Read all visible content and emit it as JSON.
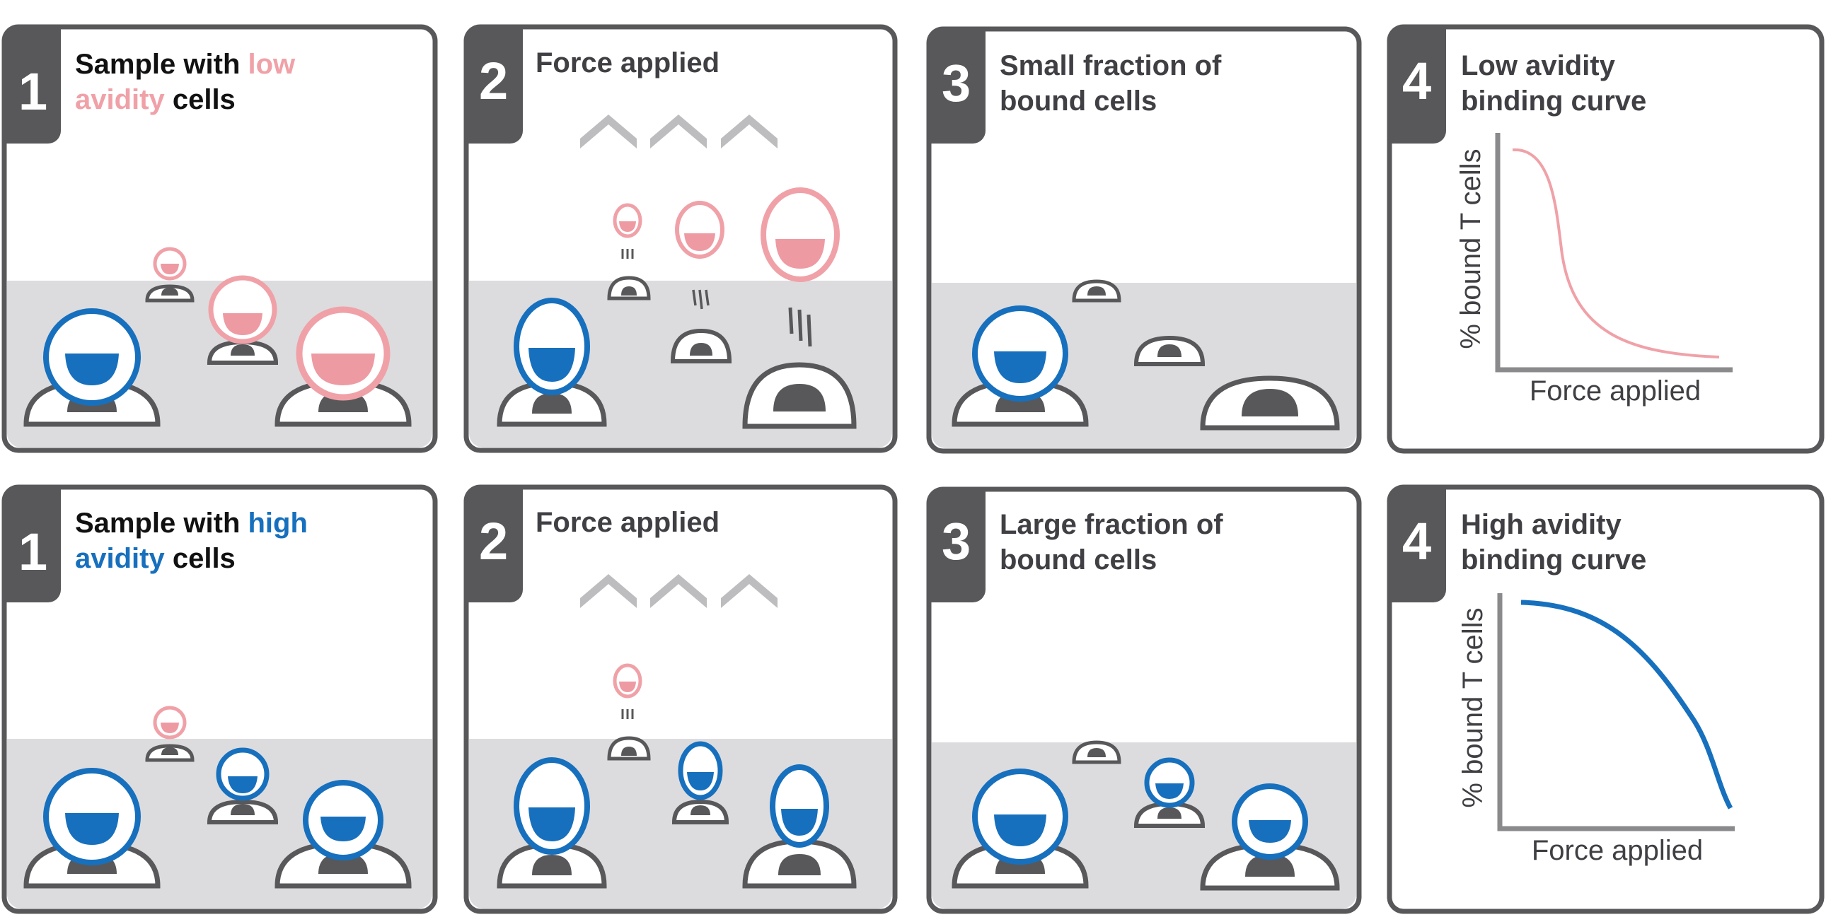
{
  "colors": {
    "dark": "#58585a",
    "gray_floor": "#dcdcde",
    "chevron": "#bdbdbf",
    "blue": "#1770bd",
    "pink": "#f0a1a8",
    "pink_fill": "#ee9aa2"
  },
  "rows": [
    {
      "name": "low-avidity",
      "panels": [
        {
          "number": "1",
          "title_line1_a": "Sample with ",
          "title_line1_b": "low",
          "title_line2_a": "avidity",
          "title_line2_b": " cells"
        },
        {
          "number": "2",
          "title": "Force applied"
        },
        {
          "number": "3",
          "title_line1": "Small fraction of",
          "title_line2": "bound cells"
        },
        {
          "number": "4",
          "title_line1": "Low avidity",
          "title_line2": "binding curve",
          "xlabel": "Force applied",
          "ylabel": "% bound T cells"
        }
      ]
    },
    {
      "name": "high-avidity",
      "panels": [
        {
          "number": "1",
          "title_line1_a": "Sample with ",
          "title_line1_b": "high",
          "title_line2_a": "avidity",
          "title_line2_b": " cells"
        },
        {
          "number": "2",
          "title": "Force applied"
        },
        {
          "number": "3",
          "title_line1": "Large fraction of",
          "title_line2": "bound cells"
        },
        {
          "number": "4",
          "title_line1": "High avidity",
          "title_line2": "binding curve",
          "xlabel": "Force applied",
          "ylabel": "% bound T cells"
        }
      ]
    }
  ]
}
